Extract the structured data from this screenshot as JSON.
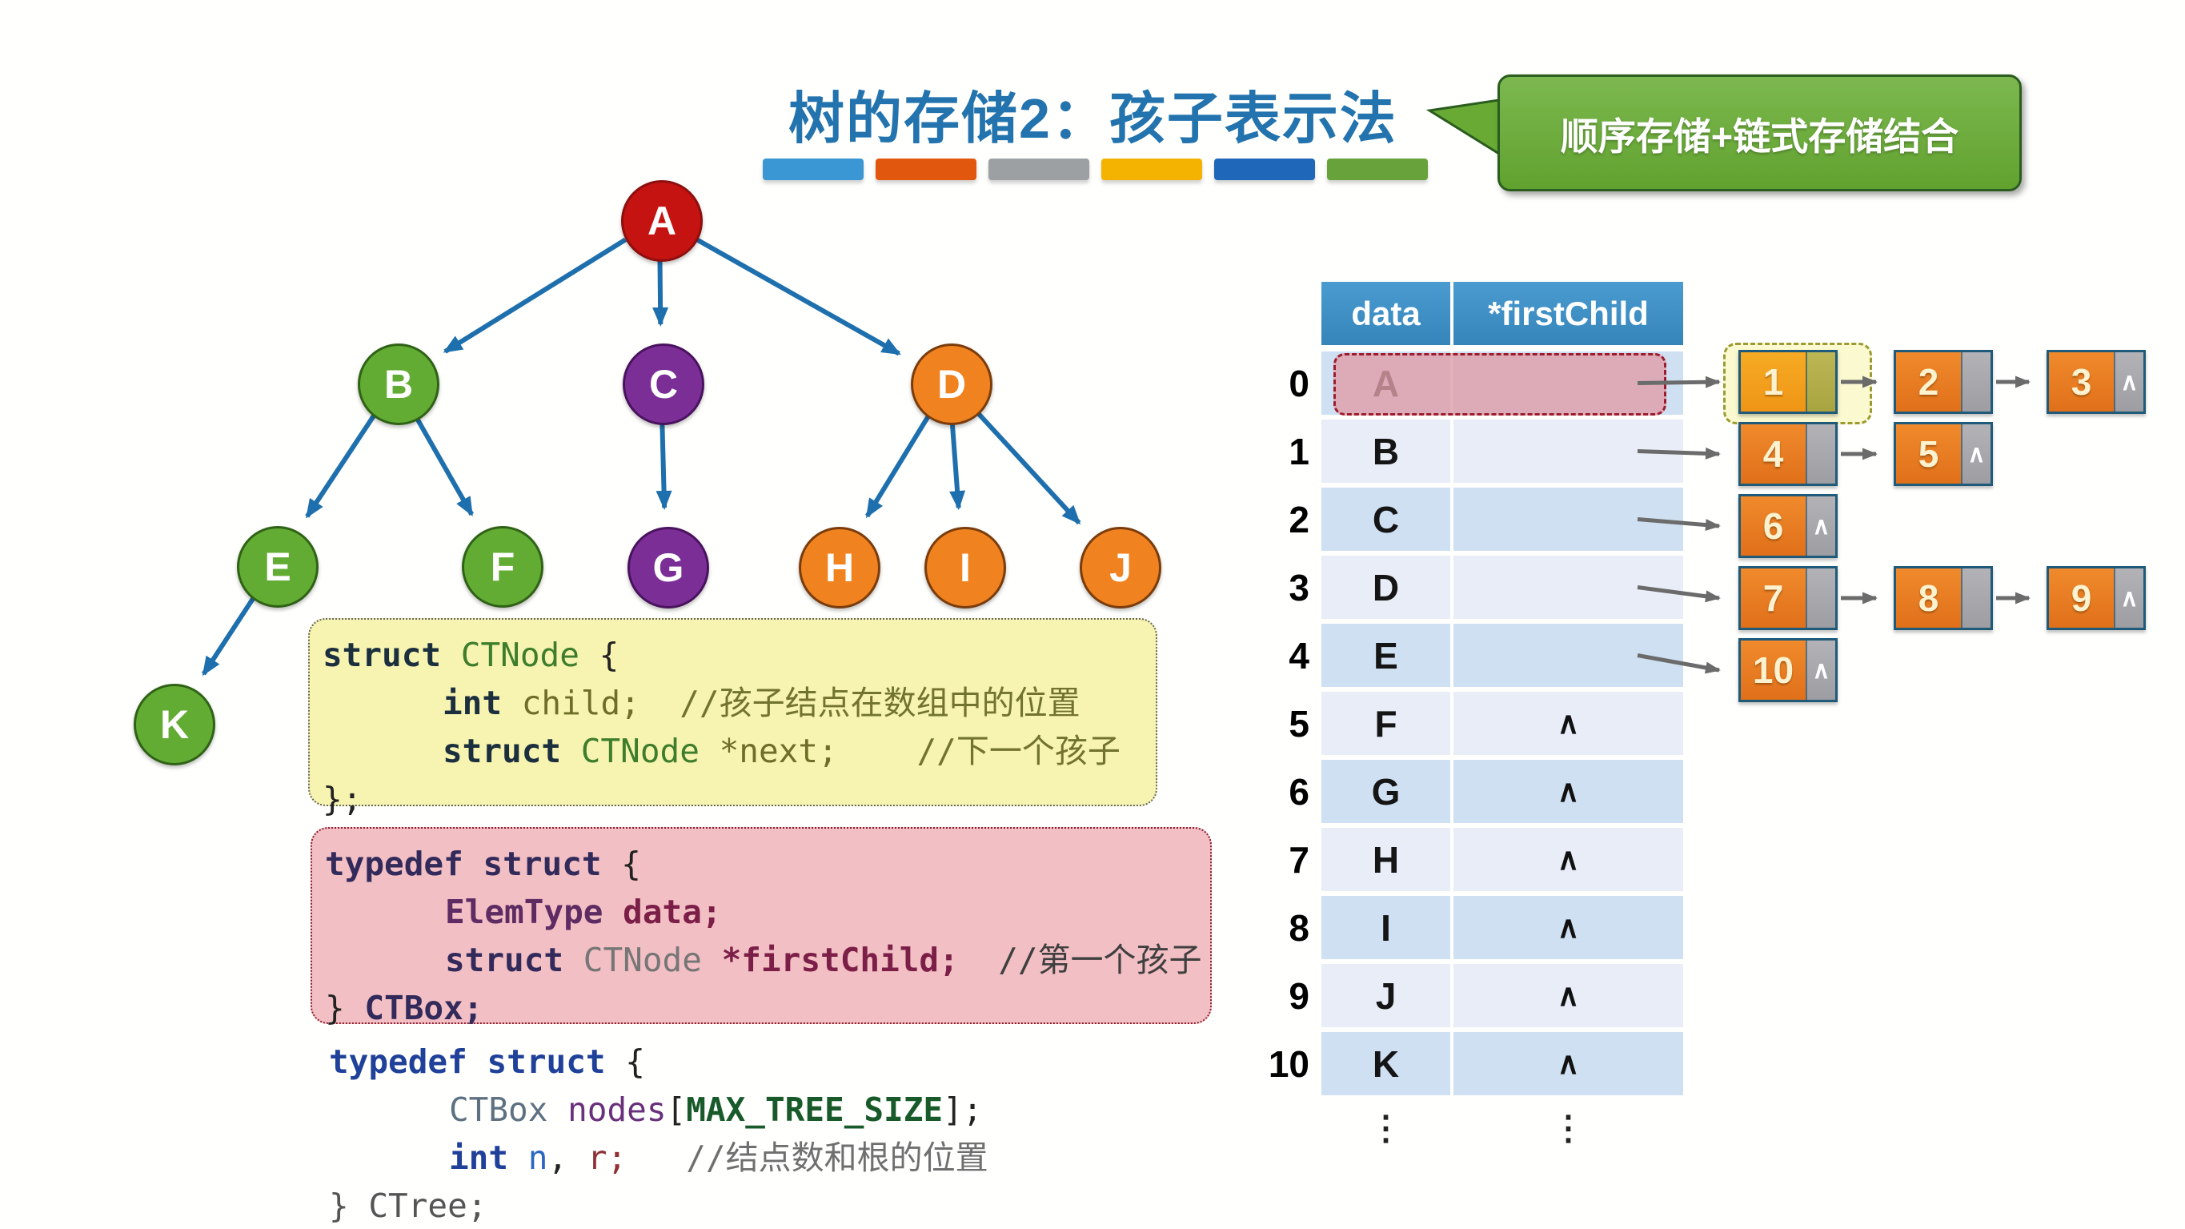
{
  "header": {
    "title": "树的存储2：孩子表示法",
    "underline_colors": [
      "#3a97d3",
      "#e2570e",
      "#9da0a3",
      "#f3b300",
      "#1f67b8",
      "#67a23a"
    ],
    "callout": {
      "text": "顺序存储+链式存储结合",
      "fill": "#69aa35",
      "border": "#2a5d1f"
    }
  },
  "tree": {
    "edge_color": "#1e6fad",
    "colors": {
      "red": {
        "fill": "#c41310",
        "border": "#8d0f0e"
      },
      "green": {
        "fill": "#62ac33",
        "border": "#2f6216"
      },
      "purple": {
        "fill": "#7b2f96",
        "border": "#49125e"
      },
      "orange": {
        "fill": "#f0821f",
        "border": "#7a3c0c"
      }
    },
    "nodes": [
      {
        "id": "A",
        "color": "red"
      },
      {
        "id": "B",
        "color": "green"
      },
      {
        "id": "C",
        "color": "purple"
      },
      {
        "id": "D",
        "color": "orange"
      },
      {
        "id": "E",
        "color": "green"
      },
      {
        "id": "F",
        "color": "green"
      },
      {
        "id": "G",
        "color": "purple"
      },
      {
        "id": "H",
        "color": "orange"
      },
      {
        "id": "I",
        "color": "orange"
      },
      {
        "id": "J",
        "color": "orange"
      },
      {
        "id": "K",
        "color": "green"
      }
    ],
    "edges": [
      [
        "A",
        "B"
      ],
      [
        "A",
        "C"
      ],
      [
        "A",
        "D"
      ],
      [
        "B",
        "E"
      ],
      [
        "B",
        "F"
      ],
      [
        "C",
        "G"
      ],
      [
        "D",
        "H"
      ],
      [
        "D",
        "I"
      ],
      [
        "D",
        "J"
      ],
      [
        "E",
        "K"
      ]
    ]
  },
  "code_blocks": {
    "ctnode": {
      "bg": "#f6f4b0",
      "border": "#666666",
      "lines": [
        {
          "indent": 0,
          "tokens": [
            [
              "kw",
              "struct"
            ],
            [
              "pl",
              " "
            ],
            [
              "tg",
              "CTNode"
            ],
            [
              "pl",
              " {"
            ]
          ]
        },
        {
          "indent": 1,
          "tokens": [
            [
              "kw",
              "int"
            ],
            [
              "pl",
              " "
            ],
            [
              "ol",
              "child;"
            ],
            [
              "pl",
              "  "
            ],
            [
              "co",
              "//孩子结点在数组中的位置"
            ]
          ]
        },
        {
          "indent": 1,
          "tokens": [
            [
              "kw",
              "struct"
            ],
            [
              "pl",
              " "
            ],
            [
              "tg",
              "CTNode"
            ],
            [
              "pl",
              " "
            ],
            [
              "ol",
              "*next;"
            ],
            [
              "pl",
              "    "
            ],
            [
              "co",
              "//下一个孩子"
            ]
          ]
        },
        {
          "indent": 0,
          "tokens": [
            [
              "pl",
              "};"
            ]
          ]
        }
      ]
    },
    "ctbox": {
      "bg": "#f2bfc4",
      "border": "#8c1f2f",
      "lines": [
        {
          "indent": 0,
          "tokens": [
            [
              "kp",
              "typedef struct"
            ],
            [
              "pl",
              " {"
            ]
          ]
        },
        {
          "indent": 1,
          "tokens": [
            [
              "et",
              "ElemType"
            ],
            [
              "pl",
              " "
            ],
            [
              "mr",
              "data;"
            ]
          ]
        },
        {
          "indent": 1,
          "tokens": [
            [
              "kp",
              "struct"
            ],
            [
              "pl",
              " "
            ],
            [
              "gy",
              "CTNode"
            ],
            [
              "pl",
              " "
            ],
            [
              "mr",
              "*firstChild;"
            ],
            [
              "pl",
              "  "
            ],
            [
              "cd",
              "//第一个孩子"
            ]
          ]
        },
        {
          "indent": 0,
          "tokens": [
            [
              "pl",
              "} "
            ],
            [
              "kp",
              "CTBox;"
            ]
          ]
        }
      ]
    },
    "ctree": {
      "bg": "",
      "border": "",
      "lines": [
        {
          "indent": 0,
          "tokens": [
            [
              "kb",
              "typedef struct"
            ],
            [
              "pl",
              " {"
            ]
          ]
        },
        {
          "indent": 1,
          "tokens": [
            [
              "sl",
              "CTBox"
            ],
            [
              "pl",
              " "
            ],
            [
              "pu",
              "nodes"
            ],
            [
              "pl",
              "["
            ],
            [
              "gb",
              "MAX_TREE_SIZE"
            ],
            [
              "pl",
              "];"
            ]
          ]
        },
        {
          "indent": 1,
          "tokens": [
            [
              "kb",
              "int"
            ],
            [
              "pl",
              " "
            ],
            [
              "bl",
              "n"
            ],
            [
              "pl",
              ", "
            ],
            [
              "rd",
              "r;"
            ],
            [
              "pl",
              "   "
            ],
            [
              "cg",
              "//结点数和根的位置"
            ]
          ]
        },
        {
          "indent": 0,
          "tokens": [
            [
              "g4",
              "} CTree;"
            ]
          ]
        }
      ]
    }
  },
  "table": {
    "headers": [
      "data",
      "*firstChild"
    ],
    "header_color": "#3e8fc5",
    "highlight_row": 0,
    "rows": [
      {
        "index": "0",
        "data": "A",
        "first": ""
      },
      {
        "index": "1",
        "data": "B",
        "first": ""
      },
      {
        "index": "2",
        "data": "C",
        "first": ""
      },
      {
        "index": "3",
        "data": "D",
        "first": ""
      },
      {
        "index": "4",
        "data": "E",
        "first": ""
      },
      {
        "index": "5",
        "data": "F",
        "first": "∧"
      },
      {
        "index": "6",
        "data": "G",
        "first": "∧"
      },
      {
        "index": "7",
        "data": "H",
        "first": "∧"
      },
      {
        "index": "8",
        "data": "I",
        "first": "∧"
      },
      {
        "index": "9",
        "data": "J",
        "first": "∧"
      },
      {
        "index": "10",
        "data": "K",
        "first": "∧"
      }
    ],
    "ellipsis": "⋮"
  },
  "lists": {
    "null_symbol": "∧",
    "arrow_color": "#6b6b6b",
    "rows": [
      {
        "row": 0,
        "nodes": [
          {
            "v": "1",
            "end": false,
            "hl": true
          },
          {
            "v": "2",
            "end": false
          },
          {
            "v": "3",
            "end": true
          }
        ]
      },
      {
        "row": 1,
        "nodes": [
          {
            "v": "4",
            "end": false
          },
          {
            "v": "5",
            "end": true
          }
        ]
      },
      {
        "row": 2,
        "nodes": [
          {
            "v": "6",
            "end": true
          }
        ]
      },
      {
        "row": 3,
        "nodes": [
          {
            "v": "7",
            "end": false
          },
          {
            "v": "8",
            "end": false
          },
          {
            "v": "9",
            "end": true
          }
        ]
      },
      {
        "row": 4,
        "nodes": [
          {
            "v": "10",
            "end": true
          }
        ]
      }
    ]
  }
}
